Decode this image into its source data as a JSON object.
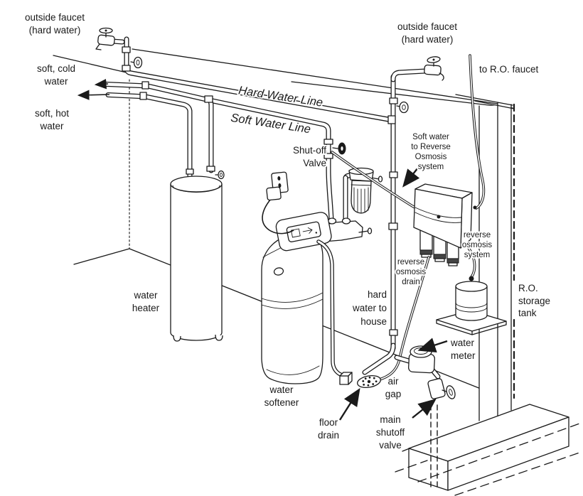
{
  "colors": {
    "line": "#1a1a1a",
    "background": "#ffffff"
  },
  "labels": {
    "outside_faucet_left": {
      "line1": "outside faucet",
      "line2": "(hard water)"
    },
    "soft_cold_water": {
      "line1": "soft, cold",
      "line2": "water"
    },
    "soft_hot_water": {
      "line1": "soft, hot",
      "line2": "water"
    },
    "hard_water_line": {
      "line1": "Hard Water Line"
    },
    "soft_water_line": {
      "line1": "Soft Water Line"
    },
    "outside_faucet_right": {
      "line1": "outside faucet",
      "line2": "(hard water)"
    },
    "to_ro_faucet": {
      "line1": "to R.O. faucet"
    },
    "shut_off_valve": {
      "line1": "Shut-off",
      "line2": "Valve"
    },
    "soft_water_to_ro": {
      "line1": "Soft water",
      "line2": "to Reverse",
      "line3": "Osmosis",
      "line4": "system"
    },
    "reverse_osmosis_system": {
      "line1": "reverse",
      "line2": "osmosis",
      "line3": "system"
    },
    "reverse_osmosis_drain": {
      "line1": "reverse",
      "line2": "osmosis",
      "line3": "drain"
    },
    "ro_storage_tank": {
      "line1": "R.O.",
      "line2": "storage",
      "line3": "tank"
    },
    "water_heater": {
      "line1": "water",
      "line2": "heater"
    },
    "hard_water_to_house": {
      "line1": "hard",
      "line2": "water to",
      "line3": "house"
    },
    "water_meter": {
      "line1": "water",
      "line2": "meter"
    },
    "air_gap": {
      "line1": "air",
      "line2": "gap"
    },
    "main_shutoff_valve": {
      "line1": "main",
      "line2": "shutoff",
      "line3": "valve"
    },
    "water_softener": {
      "line1": "water",
      "line2": "softener"
    },
    "floor_drain": {
      "line1": "floor",
      "line2": "drain"
    }
  },
  "components": [
    "outside faucet (left)",
    "outside faucet (right)",
    "hard water line",
    "soft water line",
    "shut-off valve",
    "sediment filter",
    "water softener",
    "water heater",
    "electrical outlet",
    "reverse osmosis system",
    "R.O. storage tank",
    "R.O. faucet tube",
    "reverse osmosis drain",
    "water meter",
    "main shutoff valve",
    "air gap",
    "floor drain",
    "partition wall",
    "floor slab"
  ]
}
